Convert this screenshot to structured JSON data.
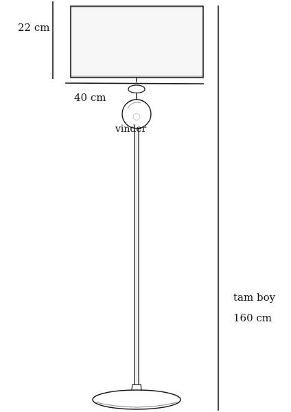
{
  "dimensions": {
    "shade_height": "22 cm",
    "shade_width": "40 cm",
    "joint_label": "vinder",
    "total_label": "tam boy",
    "total_height": "160 cm"
  },
  "colors": {
    "line": "#1a1a1a",
    "shade_fill": "#f7f7f7",
    "background": "#ffffff"
  }
}
